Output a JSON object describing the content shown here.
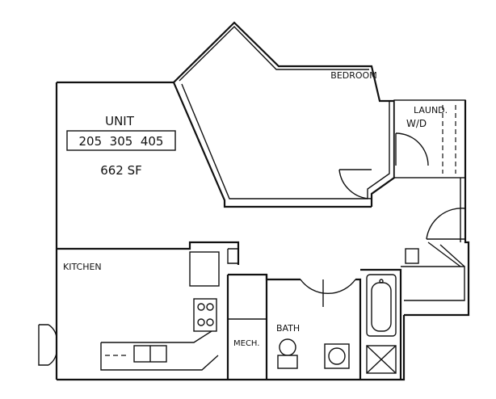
{
  "unit": {
    "title": "UNIT",
    "numbers": "205  305  405",
    "area": "662 SF"
  },
  "rooms": {
    "bedroom": "BEDROOM",
    "laundry_line1": "LAUND.",
    "laundry_line2": "W/D",
    "kitchen": "KITCHEN",
    "bath": "BATH",
    "mech": "MECH."
  },
  "colors": {
    "ink": "#111111",
    "paper": "#ffffff"
  }
}
